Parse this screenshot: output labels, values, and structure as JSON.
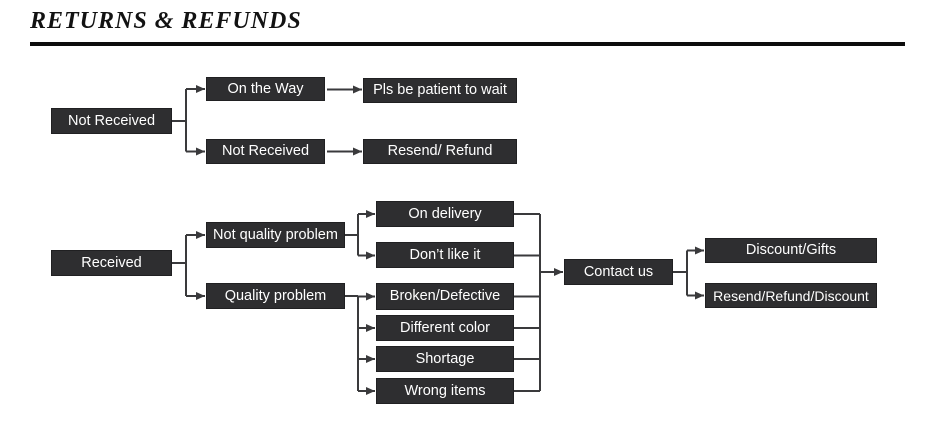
{
  "title": "RETURNS & REFUNDS",
  "colors": {
    "box_bg": "#2e2e30",
    "box_text": "#ffffff",
    "line": "#3a3a3c",
    "title_text": "#121212"
  },
  "flow_not_received": {
    "root": "Not Received",
    "branches": [
      {
        "condition": "On the Way",
        "action": "Pls be patient to wait"
      },
      {
        "condition": "Not Received",
        "action": "Resend/ Refund"
      }
    ]
  },
  "flow_received": {
    "root": "Received",
    "categories": [
      {
        "label": "Not quality problem",
        "reasons": [
          "On delivery",
          "Don’t like it"
        ]
      },
      {
        "label": "Quality problem",
        "reasons": [
          "Broken/Defective",
          "Different color",
          "Shortage",
          "Wrong items"
        ]
      }
    ],
    "contact": "Contact us",
    "outcomes": [
      "Discount/Gifts",
      "Resend/Refund/Discount"
    ]
  }
}
